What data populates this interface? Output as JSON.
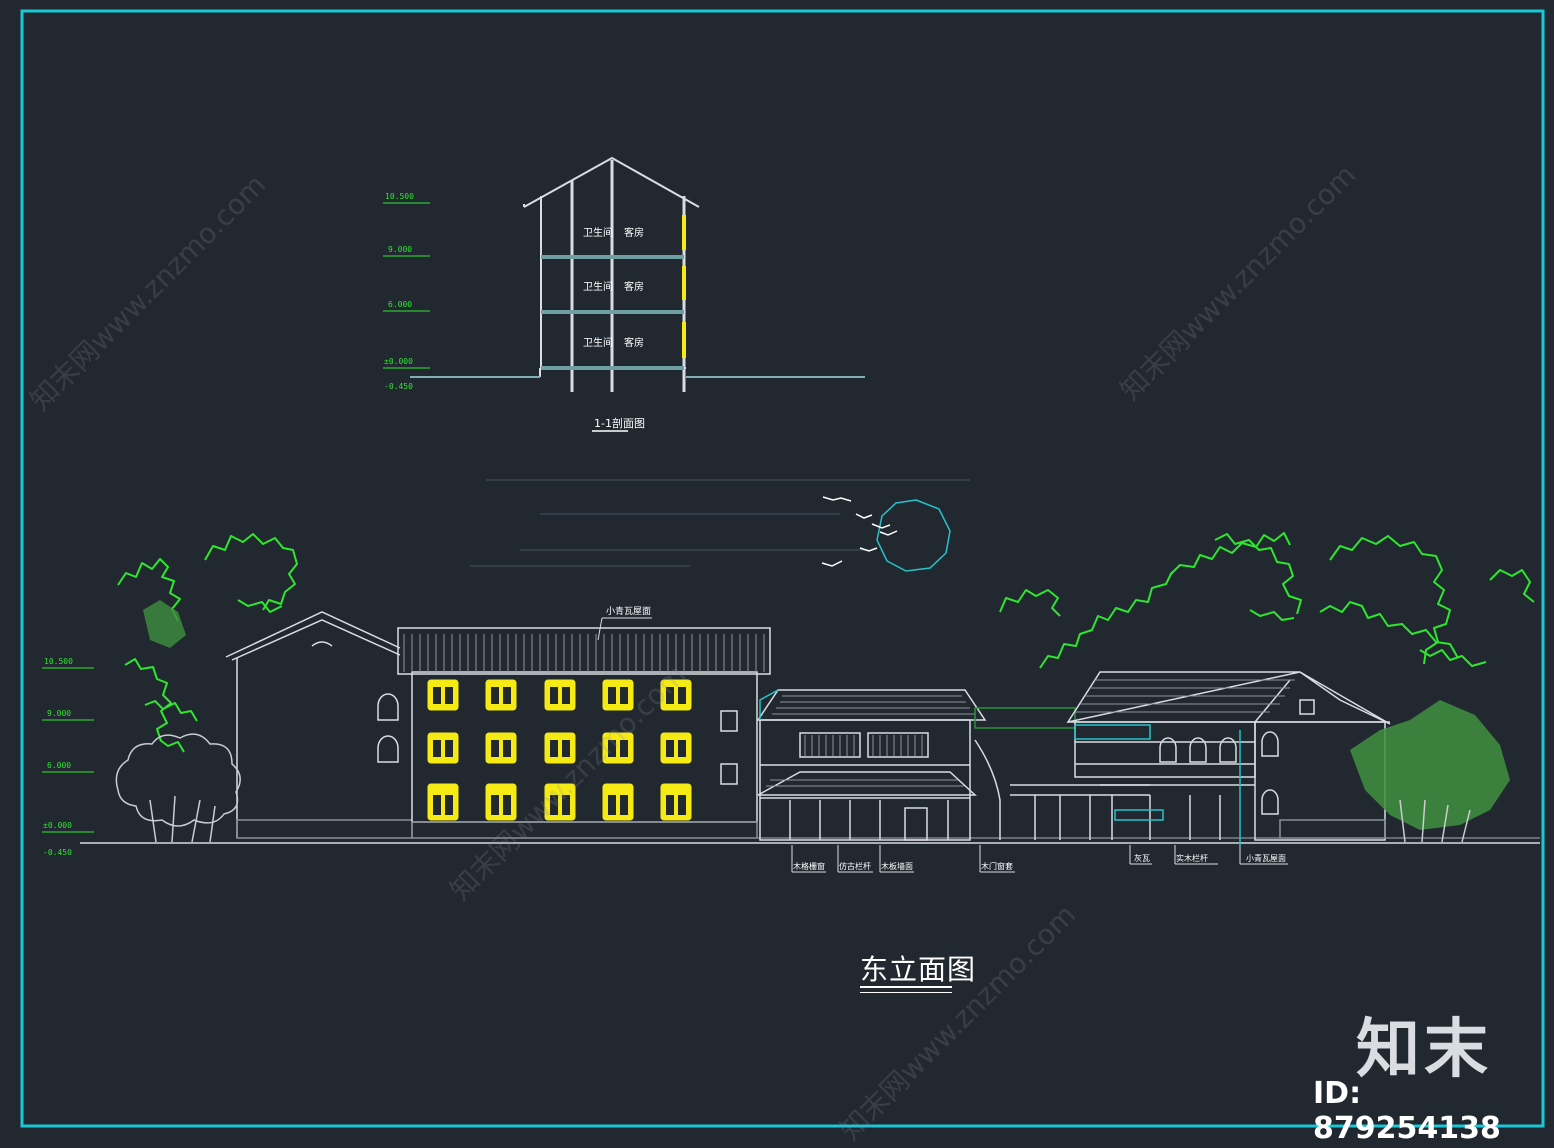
{
  "drawing": {
    "title": "东立面图",
    "section_title": "1-1剖面图",
    "roof_label": "小青瓦屋面",
    "elevations": [
      "10.500",
      "9.000",
      "6.000",
      "±0.000",
      "-0.450"
    ],
    "section_rooms": [
      {
        "left": "卫生间",
        "right": "客房"
      },
      {
        "left": "卫生间",
        "right": "客房"
      },
      {
        "left": "卫生间",
        "right": "客房"
      }
    ],
    "annotations_bottom": [
      "木格栅窗",
      "仿古栏杆",
      "木板墙面",
      "木门窗套",
      "灰瓦",
      "实木栏杆",
      "小青瓦屋面"
    ]
  },
  "brand": {
    "logo": "知末",
    "id_text": "ID: 879254138",
    "watermark": "知末网www.znzmo.com"
  },
  "colors": {
    "background": "#212830",
    "frame": "#19c8d6",
    "lines": "#d9dde2",
    "dim_green": "#2ee62e",
    "window_yellow": "#f5ea14",
    "tree_green": "#2ee62e",
    "cyan": "#25c3c9"
  }
}
